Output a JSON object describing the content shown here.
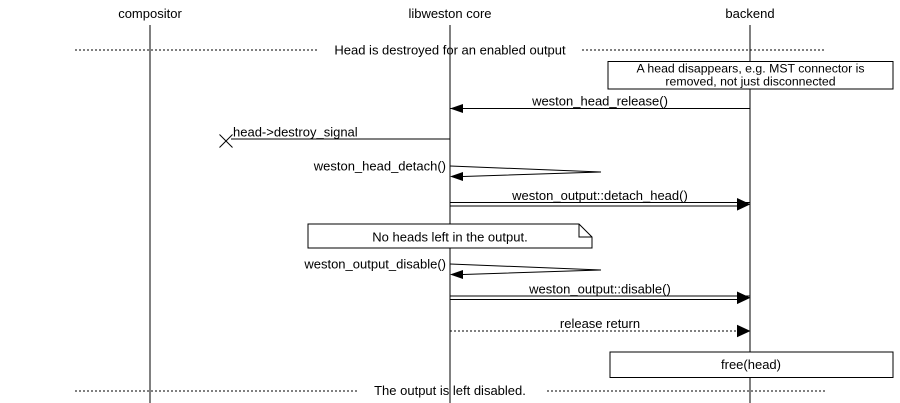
{
  "diagram": {
    "type": "sequence-diagram",
    "participants": [
      {
        "name": "compositor"
      },
      {
        "name": "libweston core"
      },
      {
        "name": "backend"
      }
    ],
    "dividers": [
      {
        "text": "Head is destroyed for an enabled output"
      },
      {
        "text": "The output is left disabled."
      }
    ],
    "messages": [
      {
        "label": "weston_head_release()",
        "from": "backend",
        "to": "libweston core",
        "style": "solid"
      },
      {
        "label": "head->destroy_signal",
        "from": "libweston core",
        "to": "lost",
        "style": "lost-x"
      },
      {
        "label": "weston_head_detach()",
        "from": "libweston core",
        "to": "libweston core",
        "style": "self"
      },
      {
        "label": "weston_output::detach_head()",
        "from": "libweston core",
        "to": "backend",
        "style": "double-line"
      },
      {
        "label": "weston_output_disable()",
        "from": "libweston core",
        "to": "libweston core",
        "style": "self"
      },
      {
        "label": "weston_output::disable()",
        "from": "libweston core",
        "to": "backend",
        "style": "double-line"
      },
      {
        "label": "release return",
        "from": "libweston core",
        "to": "backend",
        "style": "dotted"
      }
    ],
    "notes": [
      {
        "lines": [
          "A head disappears, e.g. MST connector is",
          "removed, not just disconnected"
        ],
        "anchor": "backend",
        "shape": "box"
      },
      {
        "text": "No heads left in the output.",
        "anchor": "libweston core",
        "shape": "note"
      },
      {
        "text": "free(head)",
        "anchor": "backend",
        "shape": "box"
      }
    ],
    "colors": {
      "line": "#000000",
      "background": "#ffffff",
      "box_fill": "#ffffff"
    }
  }
}
